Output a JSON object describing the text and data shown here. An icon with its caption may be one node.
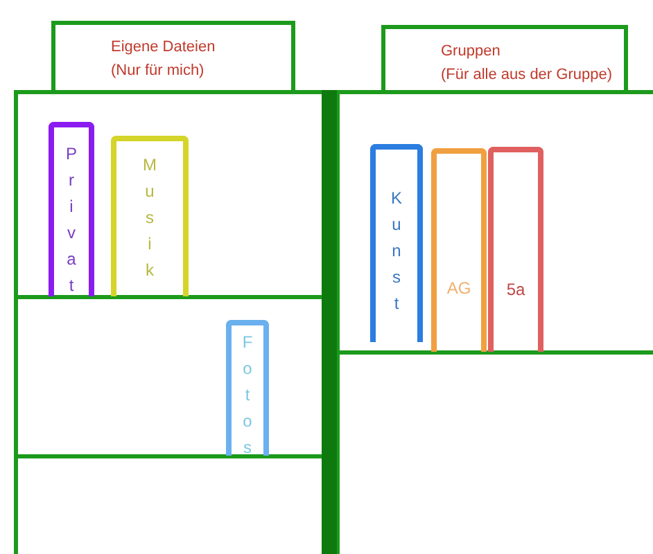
{
  "diagram": {
    "nodes": [
      {
        "text": [
          "Eigene Dateien",
          "(Nur für mich)"
        ]
      },
      {
        "text": [
          "Gruppen",
          "(Für alle aus der Gruppe)"
        ]
      },
      {
        "text": [],
        "shape": "box"
      },
      {
        "text": [],
        "shape": "box"
      },
      {
        "text": [
          "Privat"
        ],
        "in": 2
      },
      {
        "text": [
          "Musik"
        ],
        "in": 2
      },
      {
        "text": [
          "Fotos"
        ],
        "in": 2
      },
      {
        "text": [
          "Kunst"
        ],
        "in": 3
      },
      {
        "text": [
          "AG"
        ],
        "in": 3
      },
      {
        "text": [
          "5a"
        ],
        "in": 3
      }
    ]
  }
}
